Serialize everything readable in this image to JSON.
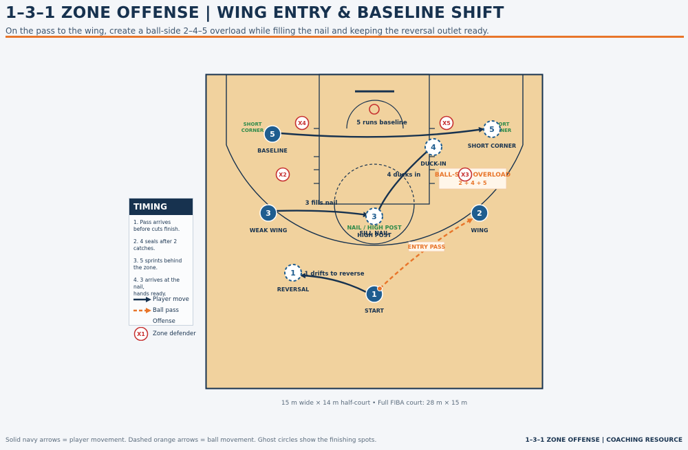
{
  "header": {
    "title": "1–3–1 ZONE OFFENSE  |  WING ENTRY & BASELINE SHIFT",
    "subtitle": "On the pass to the wing, create a ball-side 2–4–5 overload while filling the nail and keeping the reversal outlet ready."
  },
  "colors": {
    "navy": "#17324f",
    "orange": "#e8752a",
    "court_wood": "#f1d29e",
    "offense_fill": "#1f5d8f",
    "defender_ring": "#c62f2f",
    "zone_green": "#2d8a4a"
  },
  "court": {
    "scale_caption": "15 m wide × 14 m half-court  •  Full FIBA court: 28 m × 15 m"
  },
  "offense": [
    {
      "number": "1",
      "label": "START"
    },
    {
      "number": "2",
      "label": "WING"
    },
    {
      "number": "3",
      "label": "WEAK WING"
    },
    {
      "number": "4",
      "label": ""
    },
    {
      "number": "5",
      "label": "BASELINE"
    }
  ],
  "ghosts": [
    {
      "number": "1",
      "label": "REVERSAL"
    },
    {
      "number": "3",
      "label": "FILL NAIL"
    },
    {
      "number": "4",
      "label": "DUCK-IN"
    },
    {
      "number": "5",
      "label": "SHORT CORNER"
    }
  ],
  "defenders": [
    "X4",
    "X5",
    "X2",
    "X3"
  ],
  "zone_labels": {
    "short_corner_left": "SHORT\nCORNER",
    "short_corner_right": "SHORT\nCORNER",
    "nail_post": "NAIL / HIGH POST",
    "high_post": "HIGH POST"
  },
  "move_labels": {
    "five_runs": "5 runs baseline",
    "four_ducks": "4 ducks in",
    "three_fills": "3 fills nail",
    "one_drifts": "1 drifts to reverse",
    "entry_pass": "ENTRY PASS"
  },
  "callout": {
    "title": "BALL-SIDE OVERLOAD",
    "sub": "2 + 4 + 5"
  },
  "timing": {
    "title": "TIMING",
    "items": [
      "1. Pass arrives before cuts finish.",
      "2. 4 seals after 2 catches.",
      "3. 5 sprints behind the zone.",
      "4. 3 arrives at the nail,\n    hands ready."
    ]
  },
  "legend": {
    "player_move": "Player move",
    "ball_pass": "Ball pass",
    "offense": "Offense",
    "zone_defender": "Zone defender",
    "defender_sample": "X1"
  },
  "footer": {
    "note": "Solid navy arrows = player movement. Dashed orange arrows = ball movement. Ghost circles show the finishing spots.",
    "brand": "1–3–1 ZONE OFFENSE  |  COACHING RESOURCE"
  }
}
